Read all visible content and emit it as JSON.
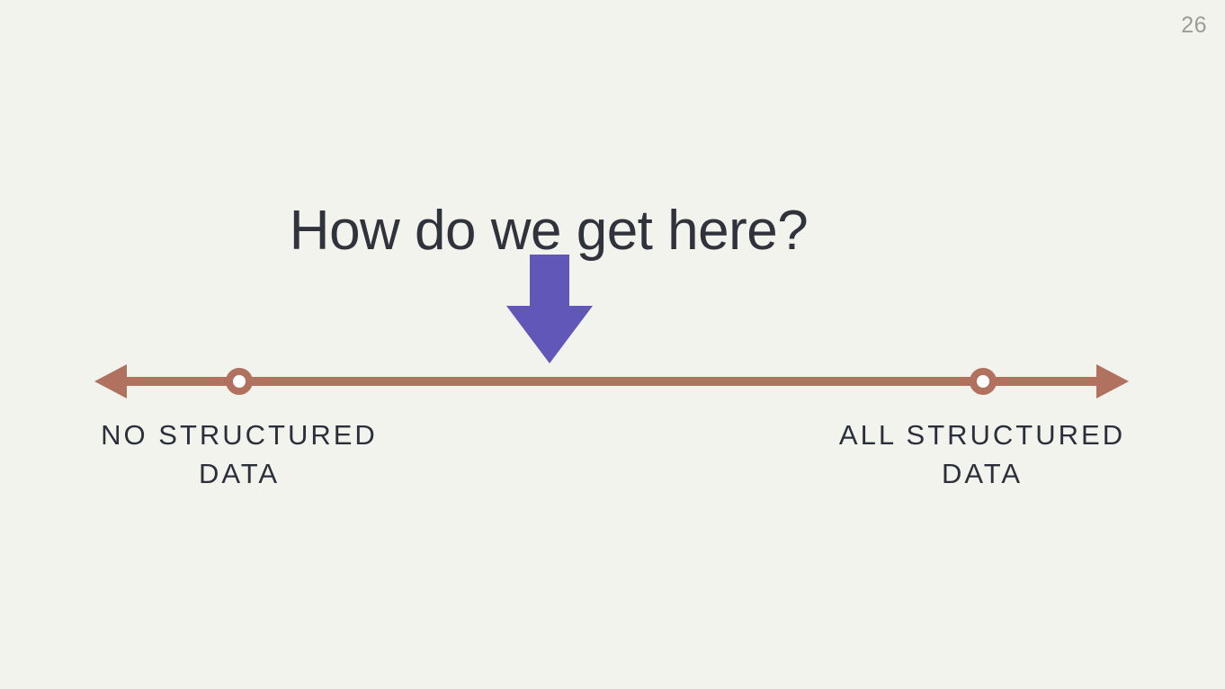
{
  "page": {
    "number": "26"
  },
  "title": {
    "text": "How do we get here?"
  },
  "pointer": {
    "icon": "down-arrow-icon",
    "color": "#6057b9"
  },
  "spectrum": {
    "line_color": "#b0715f",
    "ring_fill": "#ffffff",
    "left_label": {
      "line1": "NO STRUCTURED",
      "line2": "DATA"
    },
    "right_label": {
      "line1": "ALL STRUCTURED",
      "line2": "DATA"
    }
  },
  "colors": {
    "background": "#f2f3ed",
    "title_text": "#30333c",
    "label_text": "#2b2f3a",
    "page_number": "#9b9b9b",
    "accent_purple": "#6057b9",
    "accent_terracotta": "#b0715f"
  }
}
